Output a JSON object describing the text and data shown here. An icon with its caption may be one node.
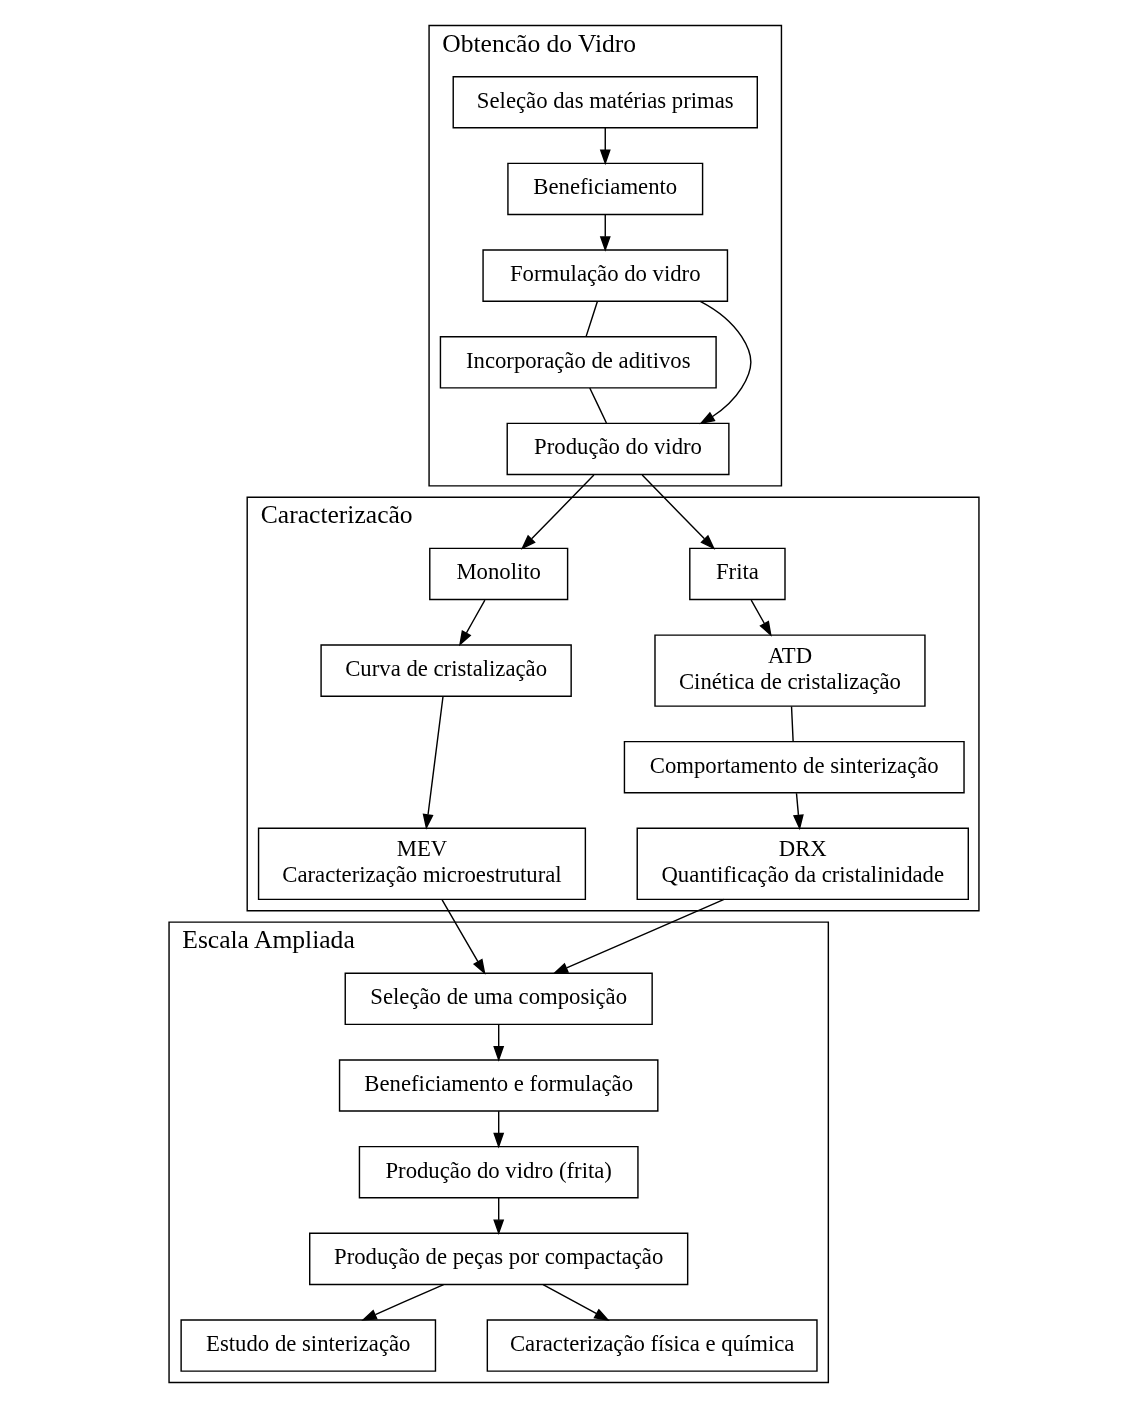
{
  "diagram": {
    "nodes": [
      {
        "text": [
          "Obtencão do Vidro"
        ]
      },
      {
        "text": [
          "Seleção das matérias primas"
        ],
        "in": 0
      },
      {
        "text": [
          "Beneficiamento"
        ],
        "in": 0
      },
      {
        "text": [
          "Formulação do vidro"
        ],
        "in": 0
      },
      {
        "text": [
          "Incorporação de aditivos"
        ],
        "in": 0
      },
      {
        "text": [
          "Produção do vidro"
        ],
        "in": 0
      },
      {
        "text": [
          "Caracterizacão"
        ]
      },
      {
        "text": [
          "Frita"
        ],
        "in": 6
      },
      {
        "text": [
          "Monolito"
        ],
        "in": 6
      },
      {
        "text": [
          "ATD",
          "Cinética de cristalização"
        ],
        "in": 6
      },
      {
        "text": [
          "Comportamento de sinterização"
        ],
        "in": 6
      },
      {
        "text": [
          "DRX",
          "Quantificação da cristalinidade"
        ],
        "in": 6
      },
      {
        "text": [
          "Curva de cristalização"
        ],
        "in": 6
      },
      {
        "text": [
          "MEV",
          "Caracterização microestrutural"
        ],
        "in": 6
      },
      {
        "text": [
          "Escala Ampliada"
        ]
      },
      {
        "text": [
          "Seleção de uma composição"
        ],
        "in": 14
      },
      {
        "text": [
          "Beneficiamento e formulação"
        ],
        "in": 14
      },
      {
        "text": [
          "Produção do vidro (frita)"
        ],
        "in": 14
      },
      {
        "text": [
          "Produção de peças por compactação"
        ],
        "in": 14
      },
      {
        "text": [
          "Estudo de sinterização"
        ],
        "in": 14
      },
      {
        "text": [
          "Caracterização física e química"
        ],
        "in": 14
      }
    ],
    "edges": [
      {
        "from": 1,
        "to": 2,
        "arrow": "to"
      },
      {
        "from": 2,
        "to": 3,
        "arrow": "to"
      },
      {
        "from": 3,
        "to": 4,
        "arrow": "none"
      },
      {
        "from": 3,
        "to": 5,
        "arrow": "to"
      },
      {
        "from": 4,
        "to": 5,
        "arrow": "none"
      },
      {
        "from": 5,
        "to": 7,
        "arrow": "to"
      },
      {
        "from": 5,
        "to": 8,
        "arrow": "to"
      },
      {
        "from": 7,
        "to": 9,
        "arrow": "to"
      },
      {
        "from": 9,
        "to": 10,
        "arrow": "none"
      },
      {
        "from": 10,
        "to": 11,
        "arrow": "to"
      },
      {
        "from": 8,
        "to": 12,
        "arrow": "to"
      },
      {
        "from": 12,
        "to": 13,
        "arrow": "to"
      },
      {
        "from": 11,
        "to": 15,
        "arrow": "to"
      },
      {
        "from": 13,
        "to": 15,
        "arrow": "to"
      },
      {
        "from": 15,
        "to": 16,
        "arrow": "to"
      },
      {
        "from": 16,
        "to": 17,
        "arrow": "to"
      },
      {
        "from": 17,
        "to": 18,
        "arrow": "to"
      },
      {
        "from": 18,
        "to": 19,
        "arrow": "to"
      },
      {
        "from": 18,
        "to": 20,
        "arrow": "to"
      }
    ]
  }
}
